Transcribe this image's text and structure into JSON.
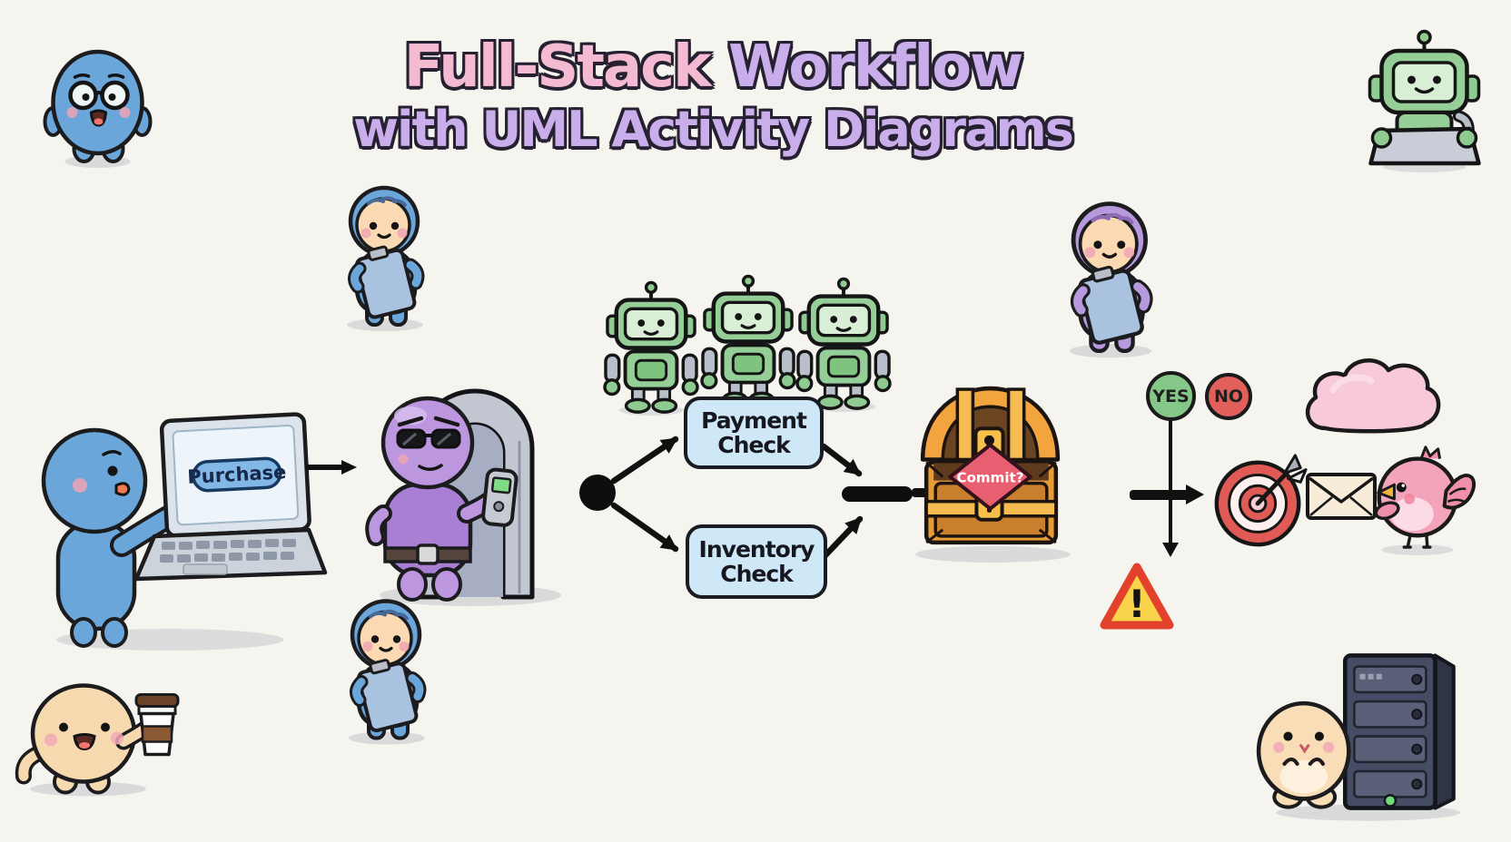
{
  "title": {
    "part1": "Full-Stack",
    "part2": "Workflow",
    "line2": "with UML Activity Diagrams"
  },
  "purchase": {
    "label": "Purchase"
  },
  "workflow": {
    "payment_line1": "Payment",
    "payment_line2": "Check",
    "inventory_line1": "Inventory",
    "inventory_line2": "Check",
    "commit_label": "Commit?",
    "yes_label": "YES",
    "no_label": "NO",
    "warning_mark": "!"
  },
  "colors": {
    "background": "#f5f4ef",
    "title_pink": "#f3bad1",
    "title_purple": "#c9aeeb",
    "activity_box_blue": "#cfe8f8",
    "robot_green": "#96ce97",
    "chest_orange": "#eda23f",
    "commit_red": "#e85f72",
    "yes_green": "#85c789",
    "no_red": "#e2605b",
    "warning_yellow": "#f9d44b",
    "bird_pink": "#f4a4ba"
  }
}
